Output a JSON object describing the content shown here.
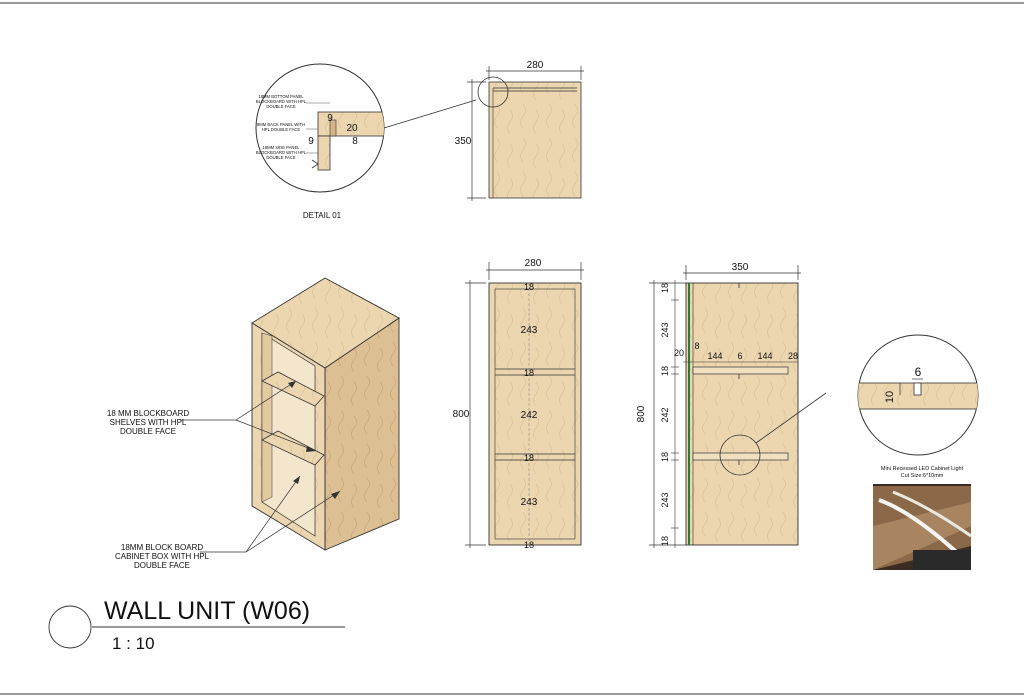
{
  "title": "WALL UNIT (W06)",
  "scale": "1 : 10",
  "detail": {
    "label": "DETAIL 01",
    "notes": [
      [
        "18MM BOTTOM PANEL",
        "BLOCKBOARD WITH HPL",
        "DOUBLE FACE"
      ],
      [
        "8MM BACK PANEL WITH",
        "HPL DOUBLE FACE"
      ],
      [
        "18MM SIDE PANEL",
        "BLOCKBOARD WITH HPL",
        "DOUBLE FACE"
      ]
    ],
    "dims": {
      "a": "9",
      "b": "20",
      "c": "9",
      "d": "8"
    }
  },
  "iso_labels": {
    "shelves": [
      "18 MM BLOCKBOARD",
      "SHELVES WITH HPL",
      "DOUBLE FACE"
    ],
    "box": [
      "18MM BLOCK BOARD",
      "CABINET BOX WITH HPL",
      "DOUBLE FACE"
    ]
  },
  "plan": {
    "width": "280",
    "depth": "350"
  },
  "front": {
    "width": "280",
    "height": "800",
    "segments": [
      "18",
      "243",
      "18",
      "242",
      "18",
      "243",
      "18"
    ]
  },
  "side": {
    "width": "350",
    "height": "800",
    "segments": [
      "18",
      "243",
      "18",
      "242",
      "18",
      "243",
      "18"
    ],
    "shelf_dims": [
      "20",
      "8",
      "144",
      "6",
      "144",
      "28"
    ]
  },
  "groove_detail": {
    "width": "6",
    "depth": "10"
  },
  "led_photo": {
    "caption": [
      "Mini Recessed LED Cabinet Light",
      "Cut Size:6*10mm"
    ]
  },
  "colors": {
    "wood": "#ecd6b0",
    "wood_dark": "#d9bf95",
    "line": "#222222",
    "led": "#2a7a3a"
  }
}
